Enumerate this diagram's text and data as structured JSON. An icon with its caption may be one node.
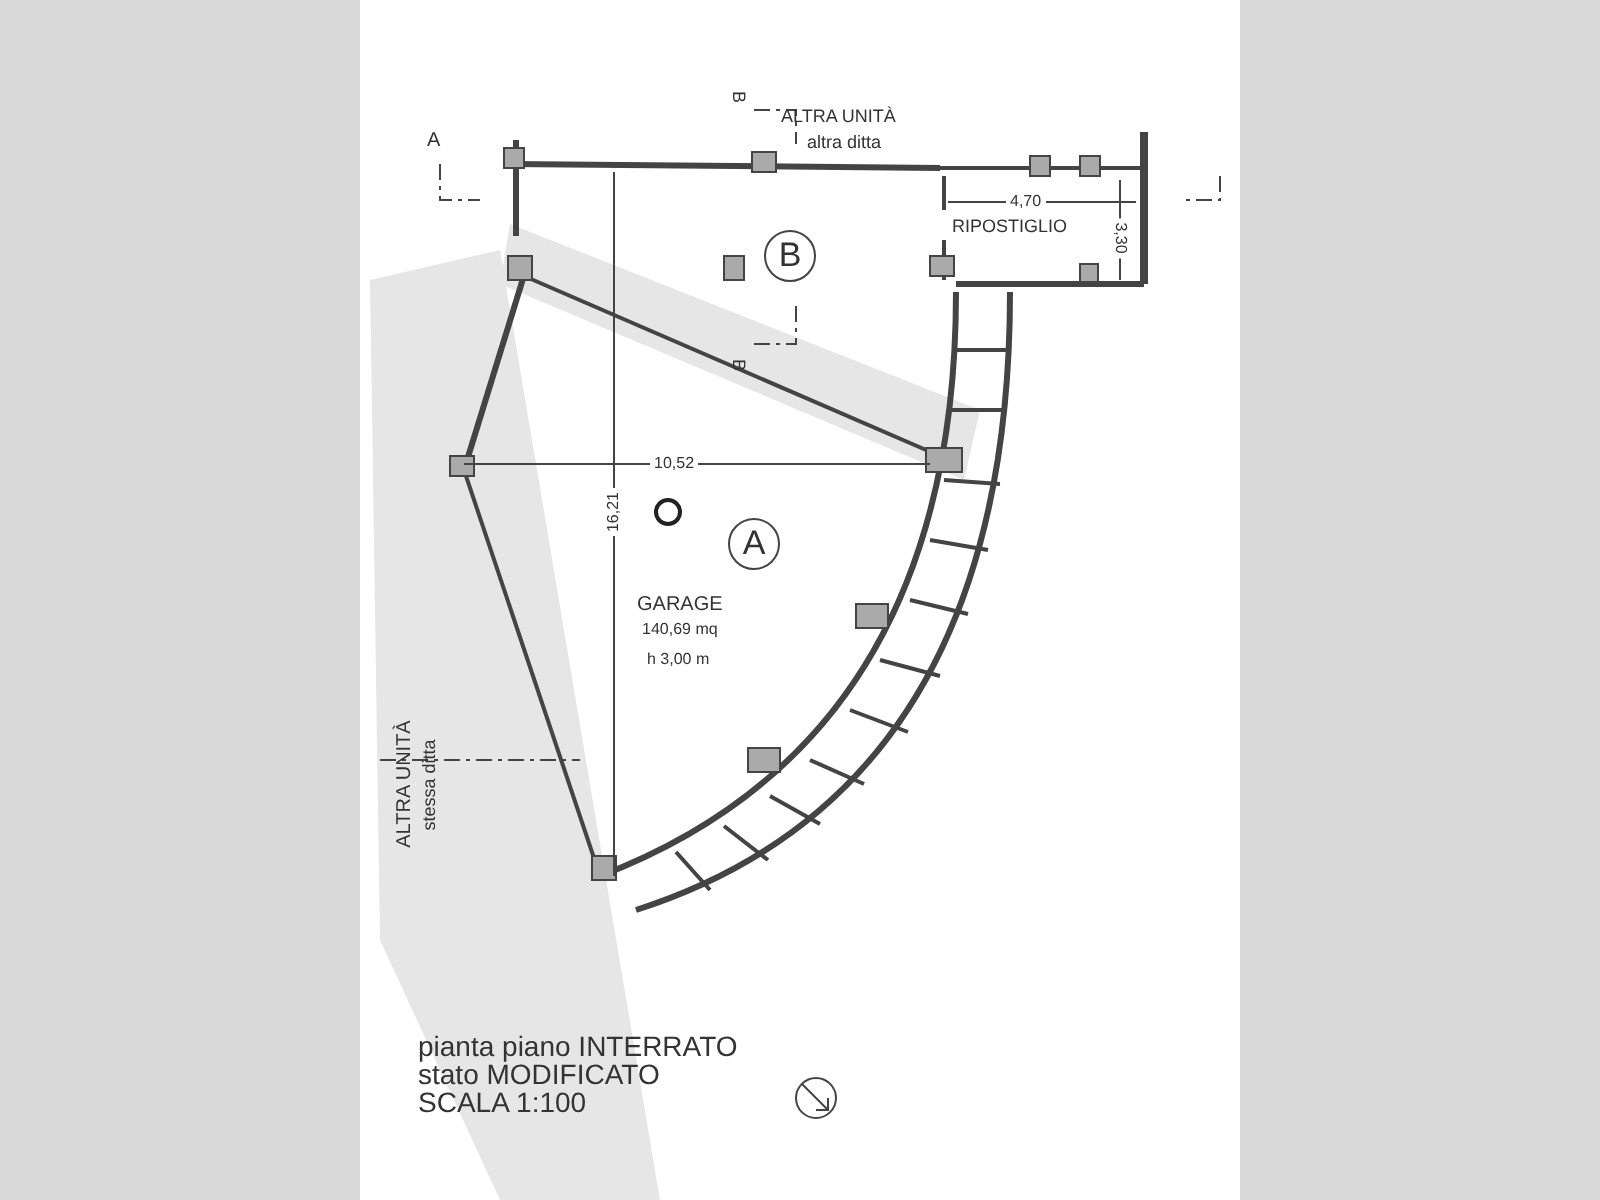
{
  "diagram": {
    "labels": [
      "A",
      "B",
      "ALTRA UNITÀ",
      "altra ditta",
      "4,70",
      "RIPOSTIGLIO",
      "3,30",
      "B",
      "B",
      "10,52",
      "16,21",
      "A",
      "GARAGE",
      "140,69 mq",
      "h 3,00 m",
      "ALTRA UNITÀ",
      "stessa ditta",
      "pianta piano INTERRATO",
      "stato MODIFICATO",
      "SCALA 1:100"
    ]
  }
}
